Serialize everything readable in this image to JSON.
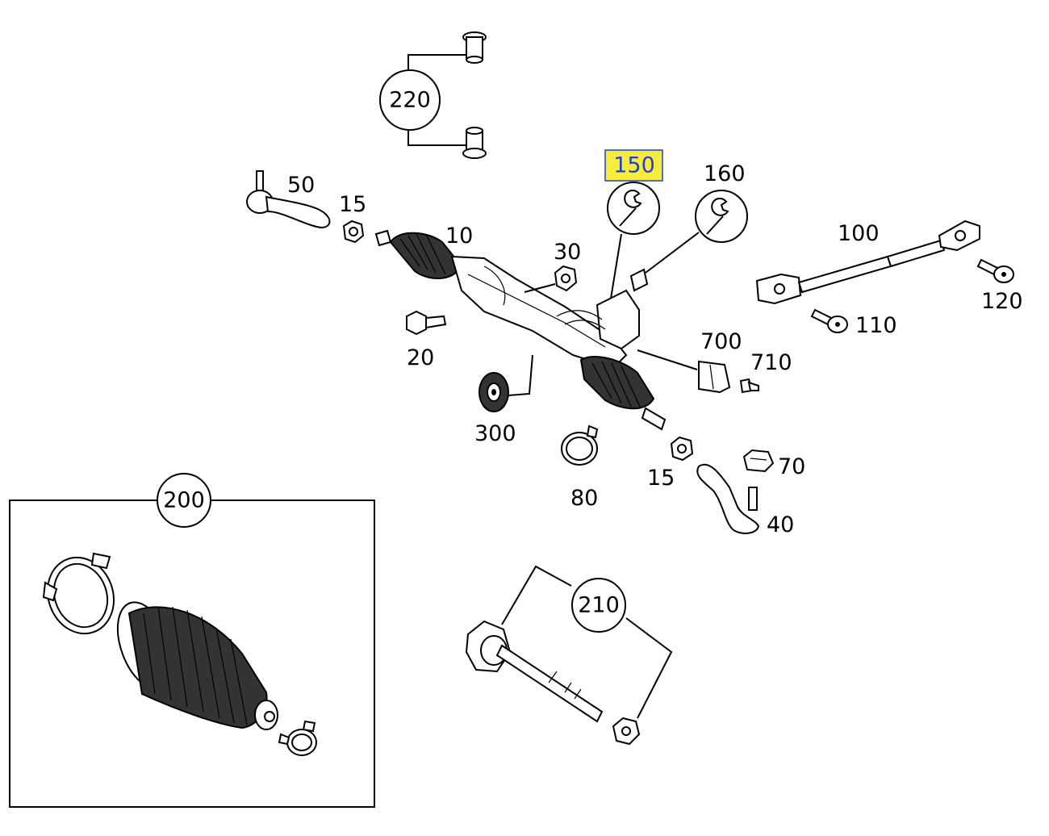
{
  "labels": {
    "p10": "10",
    "p15a": "15",
    "p15b": "15",
    "p20": "20",
    "p30": "30",
    "p40": "40",
    "p50": "50",
    "p70": "70",
    "p80": "80",
    "p100": "100",
    "p110": "110",
    "p120": "120",
    "p150": "150",
    "p160": "160",
    "p200": "200",
    "p210": "210",
    "p220": "220",
    "p300": "300",
    "p700": "700",
    "p710": "710"
  },
  "colors": {
    "highlight_fill": "#f7ec3a",
    "highlight_stroke": "#1f3fd8",
    "highlight_text": "#1f3fd8"
  },
  "icons": {
    "p150": "wrench-icon",
    "p160": "wrench-icon"
  }
}
